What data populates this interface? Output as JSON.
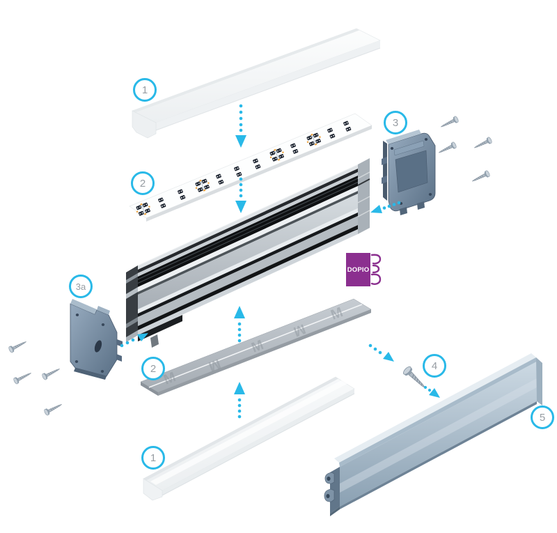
{
  "diagram": {
    "accent_color": "#29b9e8",
    "badge": {
      "label": "DOPIO",
      "color": "#8b2f8f"
    },
    "tape_watermark": "M",
    "callouts": [
      {
        "label": "1"
      },
      {
        "label": "2"
      },
      {
        "label": "3"
      },
      {
        "label": "3a"
      },
      {
        "label": "2"
      },
      {
        "label": "4"
      },
      {
        "label": "1"
      },
      {
        "label": "5"
      }
    ]
  }
}
